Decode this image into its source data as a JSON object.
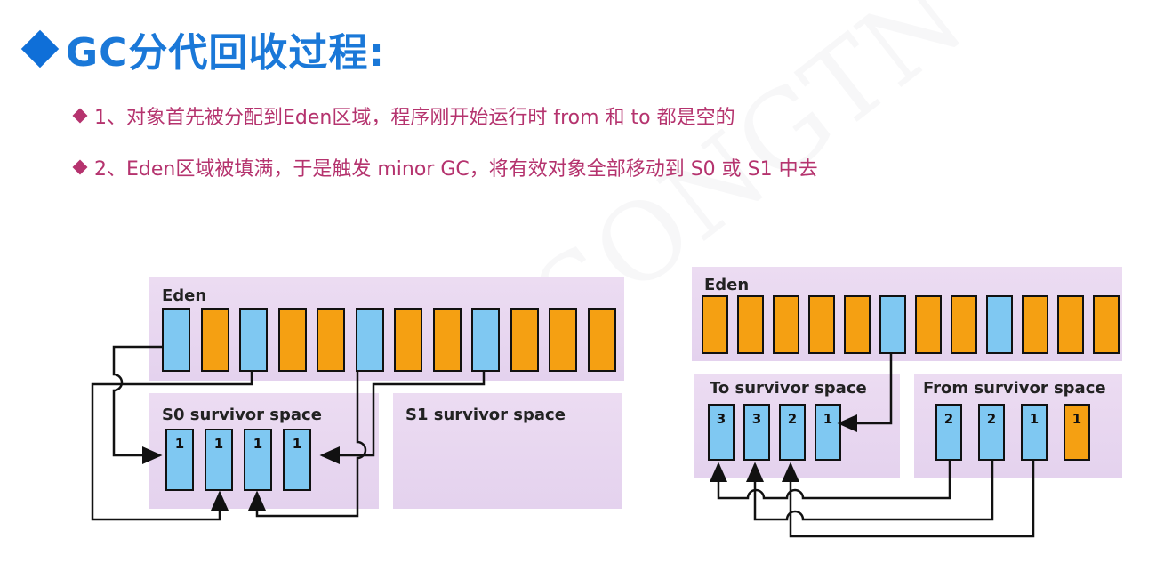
{
  "title": "GC分代回收过程:",
  "bullets": [
    "1、对象首先被分配到Eden区域，程序刚开始运行时 from 和 to 都是空的",
    "2、Eden区域被填满，于是触发 minor GC，将有效对象全部移动到 S0 或 S1 中去"
  ],
  "left_diagram": {
    "eden_label": "Eden",
    "eden_cells": [
      "blue",
      "orange",
      "blue",
      "orange",
      "orange",
      "blue",
      "orange",
      "orange",
      "blue",
      "orange",
      "orange",
      "orange"
    ],
    "s0_label": "S0 survivor space",
    "s1_label": "S1 survivor space",
    "s0_cells": [
      "1",
      "1",
      "1",
      "1"
    ]
  },
  "right_diagram": {
    "eden_label": "Eden",
    "eden_cells": [
      "orange",
      "orange",
      "orange",
      "orange",
      "orange",
      "blue",
      "orange",
      "orange",
      "blue",
      "orange",
      "orange",
      "orange"
    ],
    "to_label": "To survivor space",
    "from_label": "From survivor space",
    "to_cells": [
      "3",
      "3",
      "2",
      "1"
    ],
    "from_cells": [
      {
        "label": "2",
        "color": "blue"
      },
      {
        "label": "2",
        "color": "blue"
      },
      {
        "label": "1",
        "color": "blue"
      },
      {
        "label": "1",
        "color": "orange"
      }
    ]
  },
  "colors": {
    "blue": "#7fc8f2",
    "orange": "#f5a012",
    "panel": "#e7d6ef",
    "title": "#1a78d8",
    "bullet": "#b5336e"
  }
}
